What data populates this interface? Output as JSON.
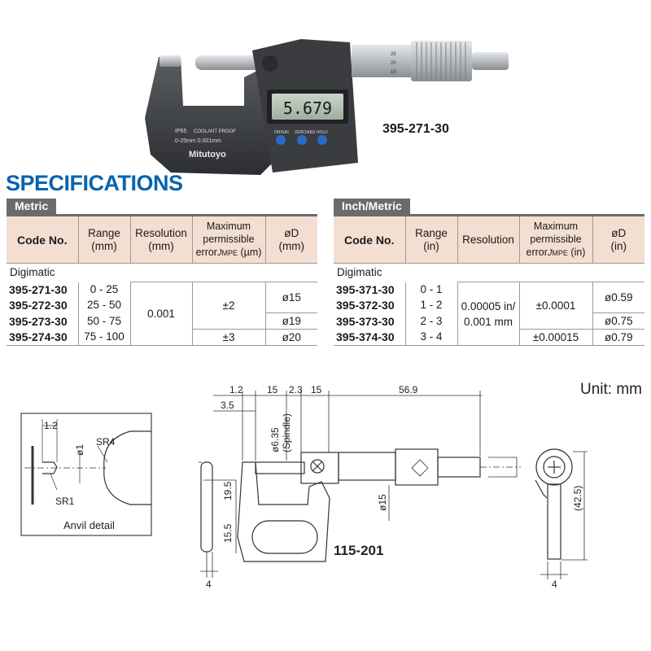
{
  "photo": {
    "model_label": "395-271-30",
    "display_reading": "5.679",
    "brand": "Mitutoyo",
    "ip_text": "IP65",
    "coolant_text": "COOLANT PROOF",
    "range_text": "0-25mm  0.001mm",
    "button_labels": [
      "ORIGIN",
      "ZERO/ABS",
      "HOLD"
    ],
    "sleeve_numbers": [
      "25",
      "20",
      "15"
    ]
  },
  "specifications": {
    "heading": "SPECIFICATIONS",
    "metric": {
      "tab": "Metric",
      "headers": {
        "code": "Code No.",
        "range": [
          "Range",
          "(mm)"
        ],
        "resolution": [
          "Resolution",
          "(mm)"
        ],
        "mpe": [
          "Maximum",
          "permissible",
          "error",
          "J",
          "MPE",
          " (µm)"
        ],
        "diameter": [
          "øD",
          "(mm)"
        ]
      },
      "group": "Digimatic",
      "rows": [
        {
          "code": "395-271-30",
          "range": "0 - 25"
        },
        {
          "code": "395-272-30",
          "range": "25 - 50"
        },
        {
          "code": "395-273-30",
          "range": "50 - 75"
        },
        {
          "code": "395-274-30",
          "range": "75 - 100"
        }
      ],
      "resolution_value": "0.001",
      "mpe_values": [
        "±2",
        "±3"
      ],
      "diameter_values": [
        "ø15",
        "ø19",
        "ø20"
      ]
    },
    "inch": {
      "tab": "Inch/Metric",
      "headers": {
        "code": "Code No.",
        "range": [
          "Range",
          "(in)"
        ],
        "resolution": "Resolution",
        "mpe": [
          "Maximum",
          "permissible",
          "error",
          "J",
          "MPE",
          " (in)"
        ],
        "diameter": [
          "øD",
          "(in)"
        ]
      },
      "group": "Digimatic",
      "rows": [
        {
          "code": "395-371-30",
          "range": "0 - 1"
        },
        {
          "code": "395-372-30",
          "range": "1 - 2"
        },
        {
          "code": "395-373-30",
          "range": "2 - 3"
        },
        {
          "code": "395-374-30",
          "range": "3 - 4"
        }
      ],
      "resolution_value": [
        "0.00005 in/",
        "0.001 mm"
      ],
      "mpe_values": [
        "±0.0001",
        "±0.00015"
      ],
      "diameter_values": [
        "ø0.59",
        "ø0.75",
        "ø0.79"
      ]
    }
  },
  "drawing": {
    "unit": "Unit: mm",
    "model": "115-201",
    "anvil_caption": "Anvil detail",
    "anvil_dims": {
      "gap": "1.2",
      "sr4": "SR4",
      "d1": "ø1",
      "sr1": "SR1"
    },
    "dims": {
      "d12": "1.2",
      "d15a": "15",
      "d23": "2.3",
      "d15b": "15",
      "d569": "56.9",
      "d35": "3.5",
      "d635": "ø6.35",
      "spindle": "(Spindle)",
      "d195": "19.5",
      "d155": "15.5",
      "d4a": "4",
      "d15dia": "ø15",
      "d425": "(42.5)",
      "d4b": "4"
    }
  }
}
